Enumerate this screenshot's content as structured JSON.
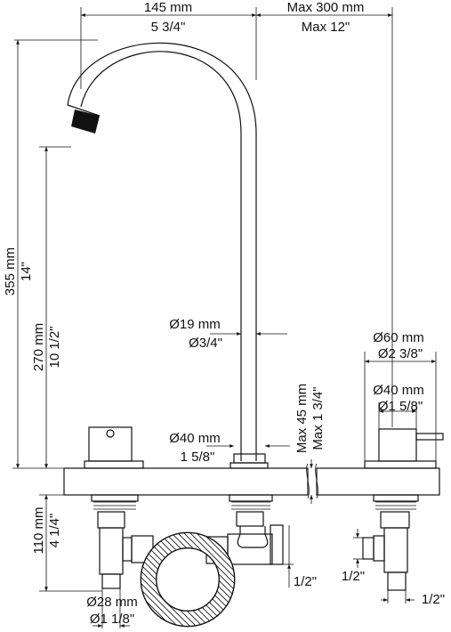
{
  "labels": {
    "spout_reach_mm": "145 mm",
    "spout_reach_in": "5 3/4\"",
    "max_deck_mm": "Max 300 mm",
    "max_deck_in": "Max 12\"",
    "height_total_mm": "355 mm",
    "height_total_in": "14\"",
    "height_outlet_mm": "270 mm",
    "height_outlet_in": "10 1/2\"",
    "spout_dia_mm": "Ø19 mm",
    "spout_dia_in": "Ø3/4\"",
    "base_dia_mm": "Ø40 mm",
    "base_dia_in": "1 5/8\"",
    "max_thickness_mm": "Max 45 mm",
    "max_thickness_in": "Max 1 3/4\"",
    "handle_plate_mm": "Ø60 mm",
    "handle_plate_in": "Ø2 3/8\"",
    "handle_body_mm": "Ø40 mm",
    "handle_body_in": "Ø1 5/8\"",
    "below_deck_mm": "110 mm",
    "below_deck_in": "4 1/4\"",
    "thread_center": "1/2\"",
    "thread_right_a": "1/2\"",
    "thread_right_b": "1/2\"",
    "shank_dia_mm": "Ø28 mm",
    "shank_dia_in": "Ø1 1/8\""
  }
}
